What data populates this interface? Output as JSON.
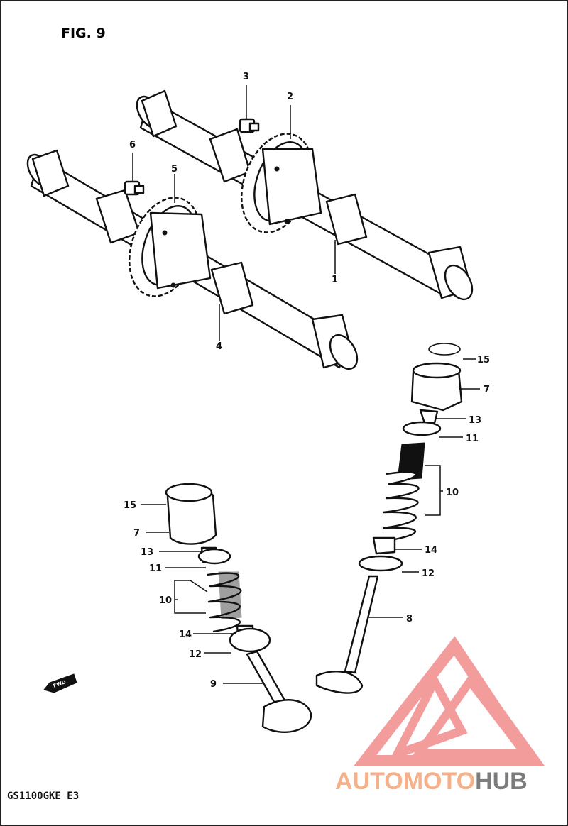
{
  "figure": {
    "title": "FIG. 9",
    "model": "GS1100GKE E3",
    "fwd_marker": "FWD"
  },
  "callouts": [
    {
      "id": "c1",
      "text": "1"
    },
    {
      "id": "c2",
      "text": "2"
    },
    {
      "id": "c3",
      "text": "3"
    },
    {
      "id": "c4",
      "text": "4"
    },
    {
      "id": "c5",
      "text": "5"
    },
    {
      "id": "c6",
      "text": "6"
    },
    {
      "id": "c7a",
      "text": "7"
    },
    {
      "id": "c7b",
      "text": "7"
    },
    {
      "id": "c8",
      "text": "8"
    },
    {
      "id": "c9",
      "text": "9"
    },
    {
      "id": "c10a",
      "text": "10"
    },
    {
      "id": "c10b",
      "text": "10"
    },
    {
      "id": "c11a",
      "text": "11"
    },
    {
      "id": "c11b",
      "text": "11"
    },
    {
      "id": "c12a",
      "text": "12"
    },
    {
      "id": "c12b",
      "text": "12"
    },
    {
      "id": "c13a",
      "text": "13"
    },
    {
      "id": "c13b",
      "text": "13"
    },
    {
      "id": "c14a",
      "text": "14"
    },
    {
      "id": "c14b",
      "text": "14"
    },
    {
      "id": "c15a",
      "text": "15"
    },
    {
      "id": "c15b",
      "text": "15"
    }
  ],
  "watermark": {
    "part1": "AUTOMOTO",
    "part2": "HUB",
    "color1": "#f6b08a",
    "color2": "#7d7d7d",
    "logo_color": "#f28b8b"
  }
}
